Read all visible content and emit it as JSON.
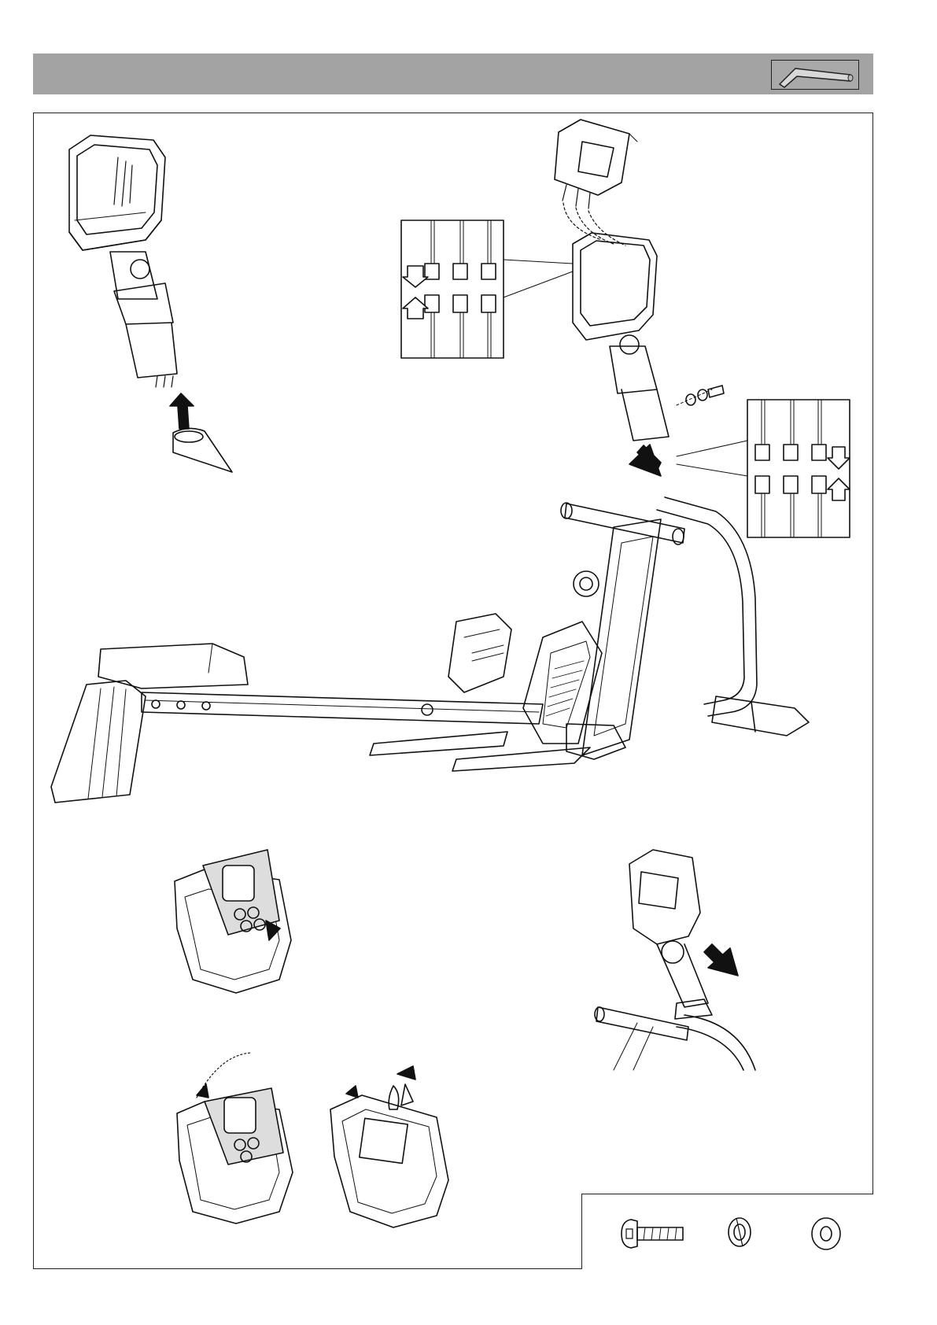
{
  "header": {
    "tool_icon": "allen-key-icon",
    "colors": {
      "bar": "#a3a3a3",
      "line": "#222222"
    }
  },
  "steps": [
    {
      "id": "console-mast-insert",
      "icons": [
        "console-housing-icon",
        "cable-plug-icon",
        "arrow-up-icon"
      ]
    },
    {
      "id": "console-wiring",
      "icons": [
        "console-display-icon",
        "connector-detail-icon",
        "arrow-down-icon"
      ]
    },
    {
      "id": "console-battery-fit",
      "icons": [
        "console-tilt-icon"
      ]
    },
    {
      "id": "console-close",
      "icons": [
        "console-cover-icon",
        "screw-icon"
      ]
    },
    {
      "id": "console-mount",
      "icons": [
        "console-mounted-icon",
        "arrow-down-icon"
      ]
    }
  ],
  "hardware": [
    {
      "icon": "bolt-icon"
    },
    {
      "icon": "spring-washer-icon"
    },
    {
      "icon": "flat-washer-icon"
    }
  ]
}
